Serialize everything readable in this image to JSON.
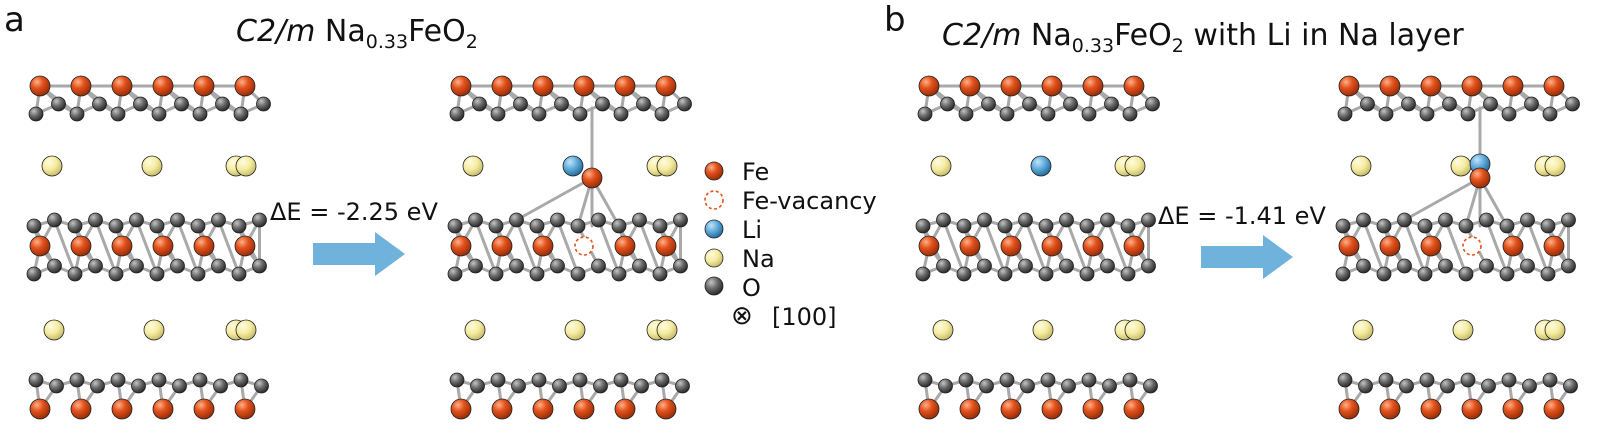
{
  "panel_a": {
    "letter": "a",
    "title_formula": "C2/m",
    "title_base": "Na",
    "title_sub1": "0.33",
    "title_mid": "FeO",
    "title_sub2": "2",
    "title_suffix": "",
    "energy": "ΔE = -2.25 eV"
  },
  "panel_b": {
    "letter": "b",
    "title_formula": "C2/m",
    "title_base": "Na",
    "title_sub1": "0.33",
    "title_mid": "FeO",
    "title_sub2": "2",
    "title_suffix": " with Li in Na layer",
    "energy": "ΔE = -1.41 eV"
  },
  "legend": {
    "fe": "Fe",
    "fe_vacancy": "Fe-vacancy",
    "li": "Li",
    "na": "Na",
    "o": "O",
    "direction_symbol": "⊗",
    "direction": "[100]"
  },
  "colors": {
    "fe": "#e2521c",
    "o": "#6b6b6b",
    "na": "#f5eca0",
    "li": "#5aa7d8",
    "arrow": "#6fb2dc",
    "bond": "#a9a9a9"
  }
}
